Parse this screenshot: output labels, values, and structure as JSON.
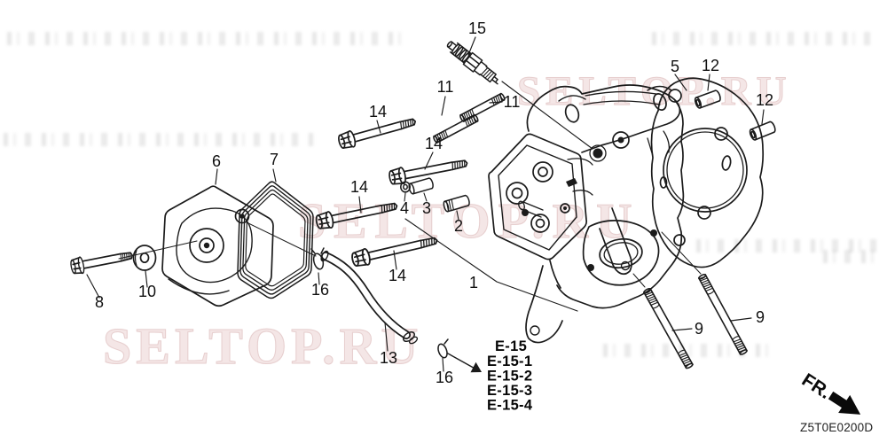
{
  "watermark": {
    "text": "SELTOP.RU",
    "instances": [
      "top-right",
      "middle",
      "bottom-left"
    ]
  },
  "callouts": {
    "1": "1",
    "2": "2",
    "3": "3",
    "4": "4",
    "5": "5",
    "6": "6",
    "7": "7",
    "8": "8",
    "9": "9",
    "10": "10",
    "11": "11",
    "12": "12",
    "13": "13",
    "14": "14",
    "15": "15",
    "16": "16"
  },
  "reference_block": {
    "items": [
      "E-15",
      "E-15-1",
      "E-15-2",
      "E-15-3",
      "E-15-4"
    ]
  },
  "direction_indicator": {
    "label": "FR."
  },
  "footer": {
    "diagram_code": "Z5T0E0200D"
  },
  "colors": {
    "line": "#1b1b1b",
    "watermark_fill": "#f4e6e6",
    "watermark_edge": "#e7cfcf",
    "background": "#ffffff"
  }
}
